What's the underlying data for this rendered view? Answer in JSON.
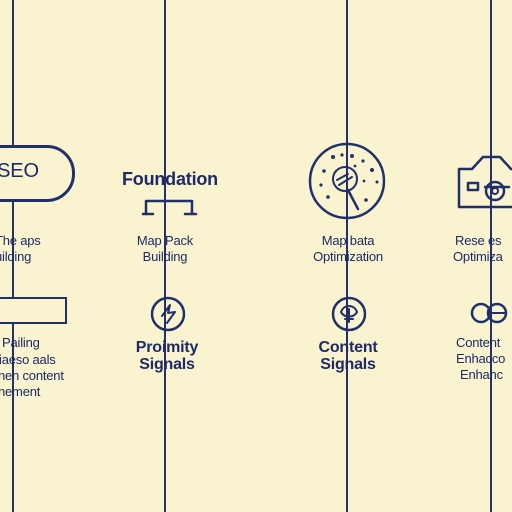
{
  "nodes": {
    "seo": {
      "label": "SEO"
    },
    "foundation": {
      "label": "Foundation"
    },
    "col1_top": {
      "line1": "The aps",
      "line2": "uilding"
    },
    "map_pack": {
      "line1": "Map Pack",
      "line2": "Building"
    },
    "map_optimization": {
      "line1": "Map bata",
      "line2": "Optimization"
    },
    "col4_top": {
      "line1": "Rese es",
      "line2": "Optimiza"
    },
    "col1_bottom": {
      "line1": "Pailing",
      "line2": "piaeso aals",
      "line3": "nen content",
      "line4": "nement"
    },
    "proximity": {
      "line1": "Proimity",
      "line2": "Signals"
    },
    "content_signals": {
      "line1": "Content",
      "line2": "Signals"
    },
    "col4_bottom": {
      "line1": "Content",
      "line2": "Enhacco",
      "line3": "Enhanc"
    }
  },
  "icons": {
    "map_pack": "toolbar-bracket-icon",
    "map_optimization": "map-search-icon",
    "col4_top": "camera-icon",
    "col1_bottom": "rectangle-icon",
    "proximity": "signal-icon",
    "content_signals": "content-signal-icon",
    "col4_bottom": "linked-circles-icon"
  },
  "colors": {
    "background": "#faf3cf",
    "ink": "#20306b"
  }
}
